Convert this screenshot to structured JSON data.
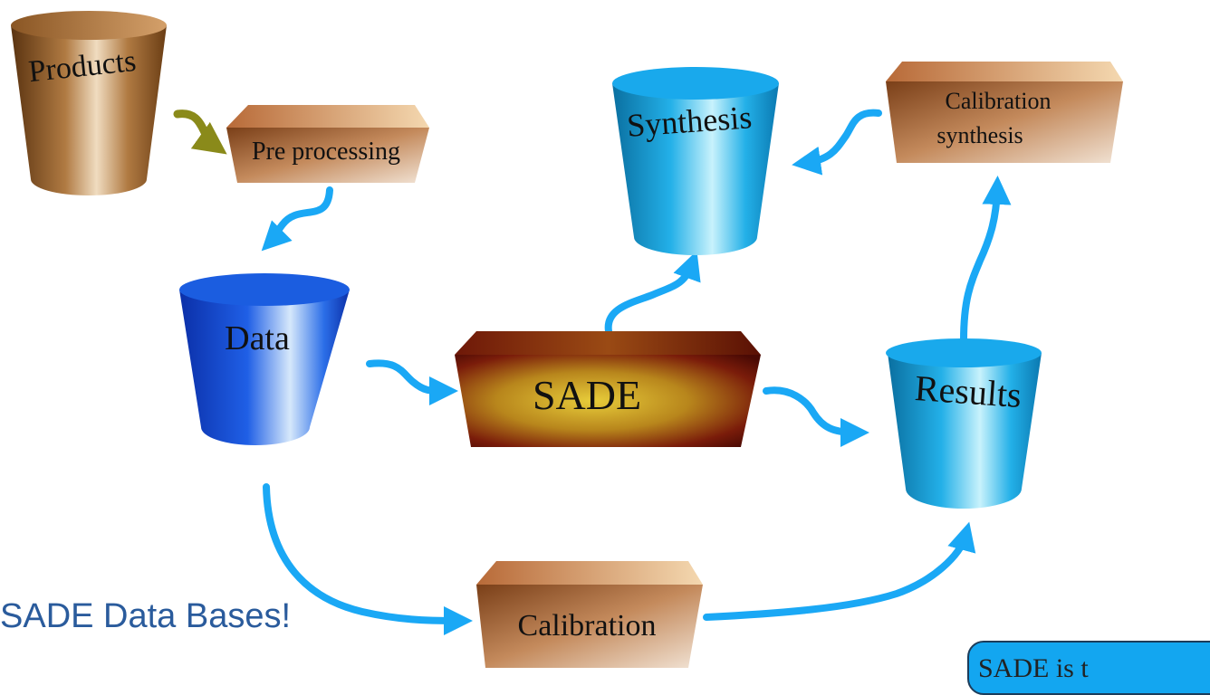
{
  "nodes": {
    "products": "Products",
    "preprocessing": "Pre processing",
    "data": "Data",
    "sade": "SADE",
    "synthesis": "Synthesis",
    "calibration_synthesis_line1": "Calibration",
    "calibration_synthesis_line2": "synthesis",
    "results": "Results",
    "calibration": "Calibration"
  },
  "caption": "SADE Data Bases!",
  "callout": "SADE is t",
  "colors": {
    "arrow": "#1aa8f5",
    "arrow_products": "#8a8a1a",
    "caption": "#2a5b9c",
    "callout_fill": "#13a6f0"
  }
}
